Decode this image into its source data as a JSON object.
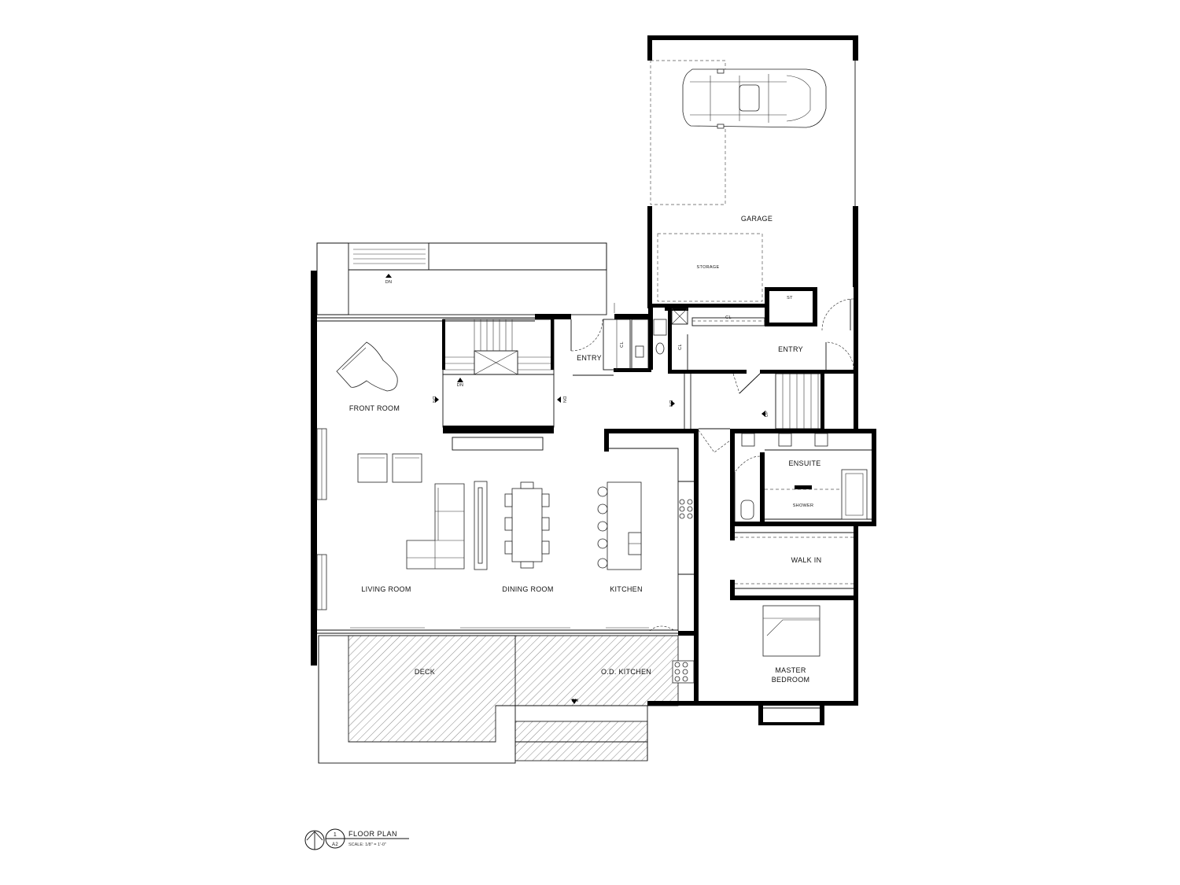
{
  "rooms": {
    "garage": "GARAGE",
    "storage": "STORAGE",
    "st": "ST",
    "entry_west": "ENTRY",
    "entry_east": "ENTRY",
    "front_room": "FRONT ROOM",
    "ensuite": "ENSUITE",
    "shower": "SHOWER",
    "walk_in": "WALK IN",
    "living_room": "LIVING ROOM",
    "dining_room": "DINING ROOM",
    "kitchen": "KITCHEN",
    "deck": "DECK",
    "od_kitchen": "O.D. KITCHEN",
    "master_bedroom_1": "MASTER",
    "master_bedroom_2": "BEDROOM"
  },
  "stair_marks": {
    "dn_top": "DN",
    "dn_stair": "DN",
    "dn_left": "DN",
    "dn_right": "DN",
    "dn_hall": "DN",
    "up_hall": "UP",
    "dn_deck": "DN"
  },
  "closet_marks": {
    "cl_entry": "CL",
    "cl_small": "CL",
    "cl_garage": "CL"
  },
  "title_block": {
    "drawing_number": "1",
    "sheet": "A2",
    "title": "FLOOR  PLAN",
    "scale": "SCALE: 1/8\" = 1'-0\""
  }
}
